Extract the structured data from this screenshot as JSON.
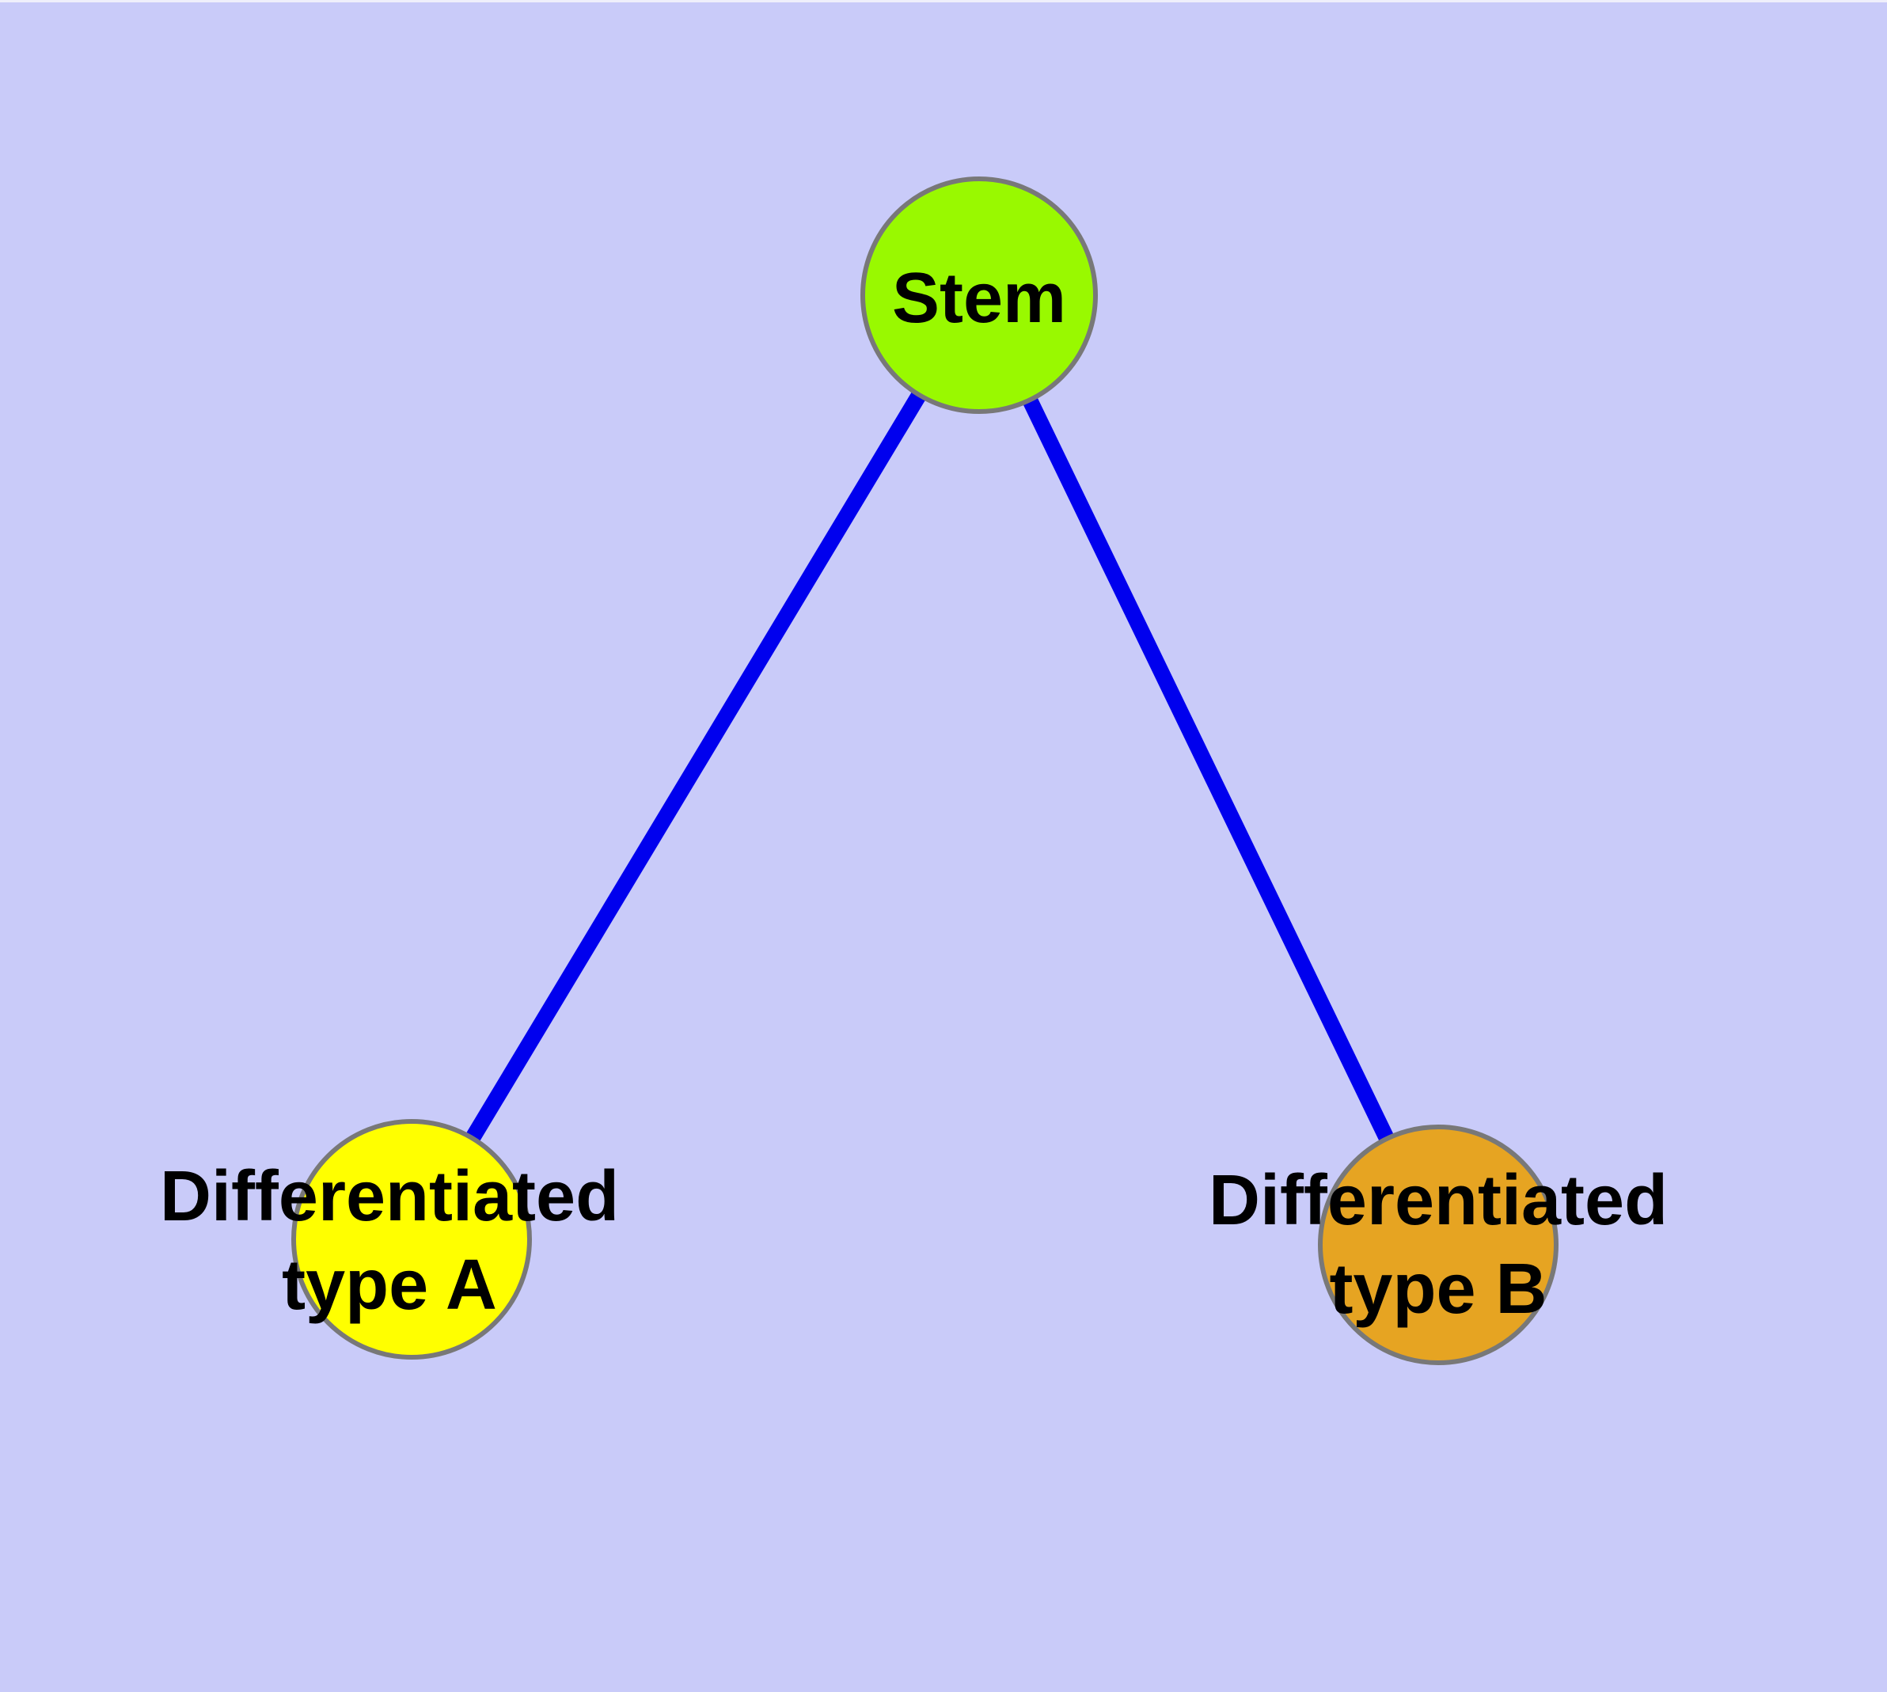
{
  "diagram": {
    "type": "graph",
    "background_color": "#C9CBF9",
    "colors": {
      "node_border": "#787878",
      "edge": "#0000EE",
      "label_text": "#000000",
      "top_edge_highlight": "#EFEFFB"
    },
    "nodes": [
      {
        "id": "stem",
        "label": "Stem",
        "fill_color": "#99F900"
      },
      {
        "id": "differentiated-type-a",
        "label_line1": "Differentiated",
        "label_line2": "type A",
        "fill_color": "#FFFF00"
      },
      {
        "id": "differentiated-type-b",
        "label_line1": "Differentiated",
        "label_line2": "type B",
        "fill_color": "#E6A422"
      }
    ],
    "edges": [
      {
        "from": "stem",
        "to": "differentiated-type-a"
      },
      {
        "from": "stem",
        "to": "differentiated-type-b"
      }
    ]
  }
}
